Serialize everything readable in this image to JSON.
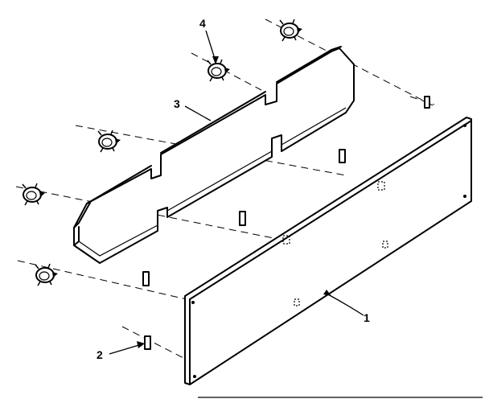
{
  "callouts": {
    "panel": "1",
    "clip": "2",
    "bracket": "3",
    "screw": "4"
  },
  "colors": {
    "ink": "#000000",
    "paper": "#ffffff"
  }
}
